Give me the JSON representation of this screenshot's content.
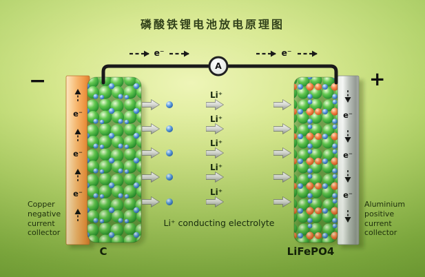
{
  "title": "磷酸铁锂电池放电原理图",
  "circuit": {
    "ammeter": "A",
    "electron": "e⁻"
  },
  "terminals": {
    "negative": "−",
    "positive": "+"
  },
  "anode": {
    "label": "C",
    "collector_caption": "Copper negative current collector",
    "electron": "e⁻"
  },
  "cathode": {
    "label": "LiFePO4",
    "collector_caption": "Aluminium positive current collector",
    "electron": "e⁻"
  },
  "electrolyte": {
    "ion": "Li⁺",
    "caption": "Li⁺ conducting electrolyte"
  },
  "colors": {
    "background_light": "#eef5b6",
    "background_dark": "#6a9a2e",
    "copper_collector": "#f2a95f",
    "aluminium_collector": "#b9bfb9",
    "sphere_green": "#3aa338",
    "sphere_blue": "#3877c8",
    "sphere_orange": "#ef6b33",
    "arrow_gray": "#c6c8c2",
    "wire": "#151515"
  }
}
